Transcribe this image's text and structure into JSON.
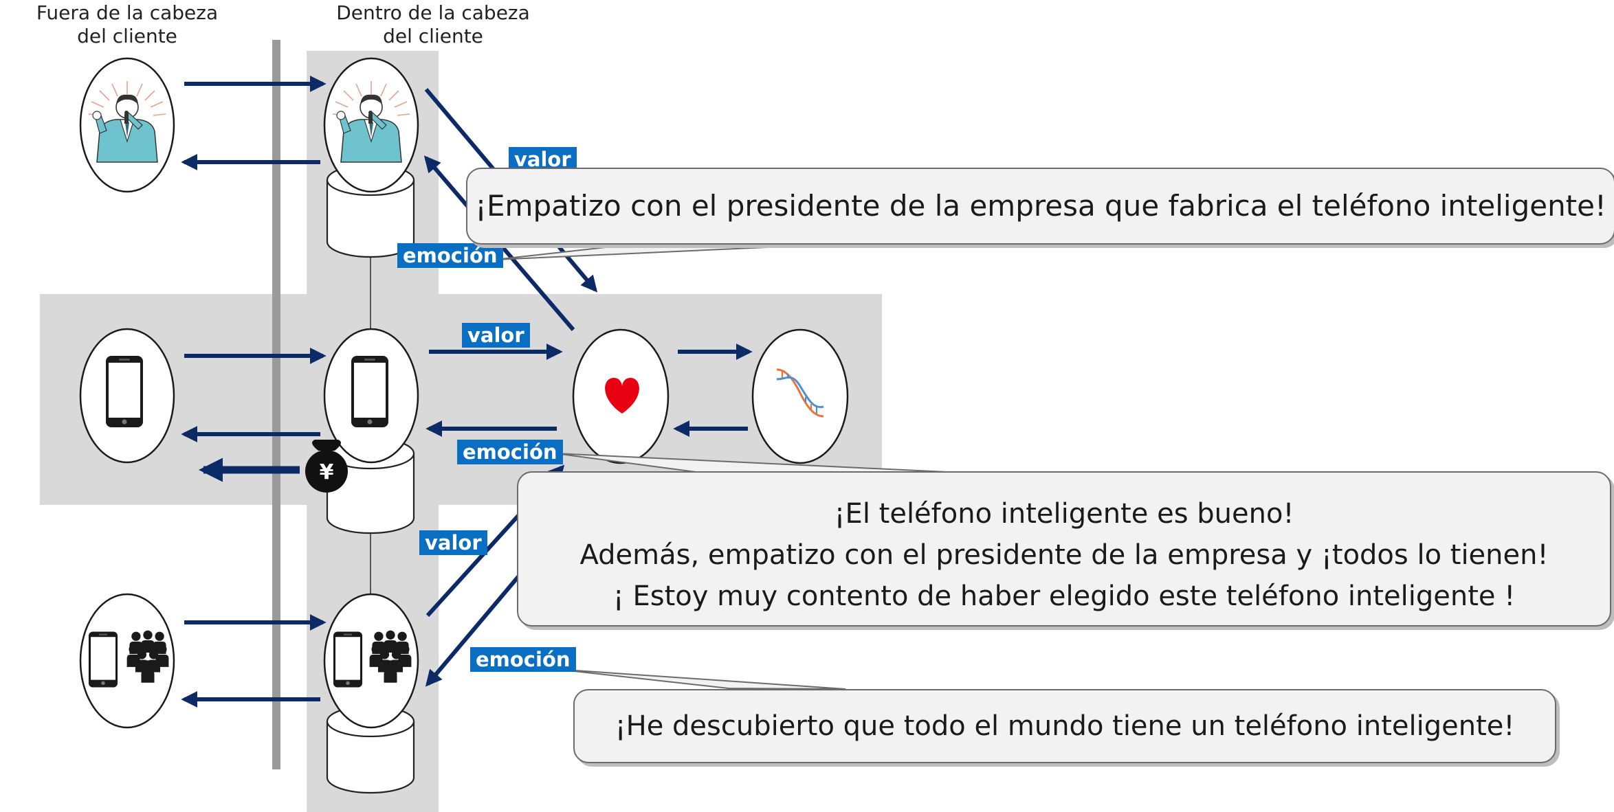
{
  "headers": {
    "outside": [
      "Fuera de la cabeza",
      "del cliente"
    ],
    "inside": [
      "Dentro de la cabeza",
      "del cliente"
    ]
  },
  "tags": {
    "valor_top": "valor",
    "emocion_top": "emoción",
    "valor_middle": "valor",
    "emocion_middle": "emoción",
    "valor_lower": "valor",
    "emocion_bottom": "emoción"
  },
  "bubbles": {
    "president": "¡Empatizo con el presidente de la empresa que fabrica el teléfono inteligente!",
    "satisfied": [
      "¡El teléfono inteligente es bueno!",
      "Además, empatizo con el presidente de la empresa y ¡todos lo tienen!",
      "¡ Estoy muy contento de haber elegido este teléfono inteligente !"
    ],
    "everyone": "¡He descubierto que todo el mundo tiene un teléfono inteligente!"
  },
  "icons": {
    "president": "presenter-icon",
    "smartphone": "smartphone-icon",
    "people": "crowd-icon",
    "heart": "heart-icon",
    "dna": "dna-icon",
    "money": "yen-money-bag-icon",
    "yen_symbol": "¥"
  },
  "colors": {
    "arrow": "#0c2a66",
    "tag": "#0a6fc2",
    "panel": "#d9d9d9",
    "divider": "#9a9a9a",
    "heart": "#e60012",
    "bubble": "#f2f2f2"
  }
}
